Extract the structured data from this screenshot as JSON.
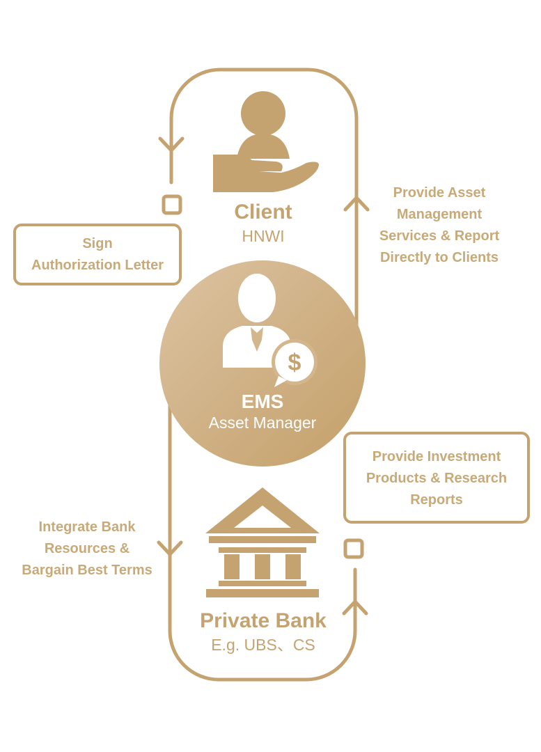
{
  "colors": {
    "primary": "#c5a371",
    "circle_light": "#dcc2a0",
    "circle_dark": "#c4a16c",
    "background": "#ffffff"
  },
  "client": {
    "icon": "hand-holding-person-icon",
    "title": "Client",
    "subtitle": "HNWI"
  },
  "center": {
    "icon": "manager-dollar-icon",
    "title": "EMS",
    "subtitle": "Asset Manager"
  },
  "bank": {
    "icon": "bank-building-icon",
    "title": "Private Bank",
    "subtitle": "E.g. UBS、CS"
  },
  "flows": {
    "sign": {
      "line1": "Sign",
      "line2": "Authorization Letter"
    },
    "provide_services": {
      "line1": "Provide Asset",
      "line2": "Management",
      "line3": "Services & Report",
      "line4": "Directly to Clients"
    },
    "provide_products": {
      "line1": "Provide Investment",
      "line2": "Products & Research",
      "line3": "Reports"
    },
    "integrate": {
      "line1": "Integrate Bank",
      "line2": "Resources &",
      "line3": "Bargain Best Terms"
    }
  }
}
